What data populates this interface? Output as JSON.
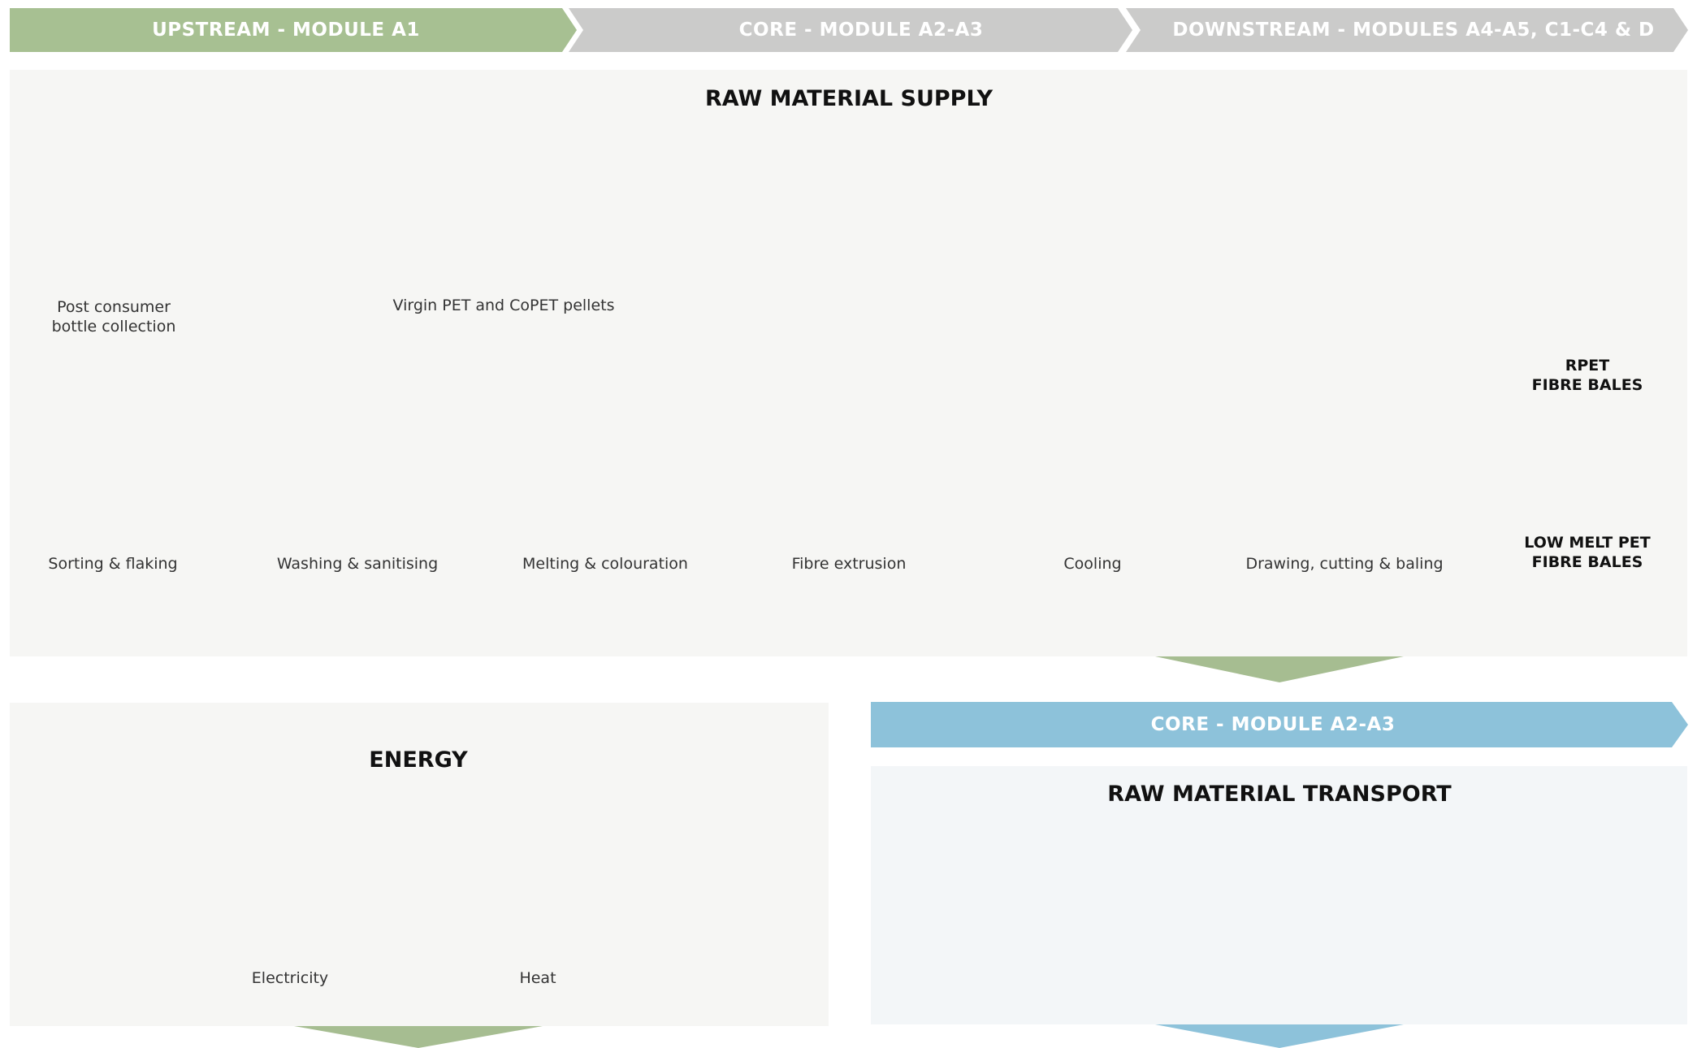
{
  "headers": {
    "upstream": "UPSTREAM - MODULE A1",
    "core": "CORE - MODULE A2-A3",
    "downstream": "DOWNSTREAM - MODULES A4-A5, C1-C4 & D"
  },
  "supply": {
    "title": "RAW MATERIAL SUPPLY",
    "sources": [
      {
        "label": "Post consumer\nbottle collection",
        "icon": "bottle-icon"
      },
      {
        "label": "Virgin PET and CoPET pellets",
        "icon": "pellets-icon"
      }
    ],
    "steps": [
      {
        "label": "Sorting & flaking",
        "icon": "flakes-icon"
      },
      {
        "label": "Washing & sanitising",
        "icon": "washing-icon"
      },
      {
        "label": "Melting & colouration",
        "icon": "extruder-icon"
      },
      {
        "label": "Fibre extrusion",
        "icon": "spinneret-icon"
      },
      {
        "label": "Cooling",
        "icon": "fan-icon"
      },
      {
        "label": "Drawing, cutting & baling",
        "icon": "fibres-icon"
      }
    ],
    "outputs": [
      {
        "label": "RPET\nFIBRE BALES"
      },
      {
        "label": "LOW MELT PET\nFIBRE BALES"
      }
    ]
  },
  "energy": {
    "title": "ENERGY",
    "items": [
      {
        "label": "Electricity",
        "icon": "oil-derrick-icon"
      },
      {
        "label": "Heat",
        "icon": "flame-icon"
      }
    ]
  },
  "transport": {
    "header": "CORE - MODULE A2-A3",
    "title": "RAW MATERIAL TRANSPORT",
    "icon": "ship-truck-icon"
  },
  "colors": {
    "green_header": "#a7c092",
    "grey_header": "#cbcbca",
    "blue_header": "#8dc2da",
    "node_fill": "#d3dfc6",
    "output_fill": "#a4bd8f",
    "transport_fill": "#8dc2da",
    "panel_bg": "#f6f6f4",
    "connector": "#d3dfc6"
  }
}
